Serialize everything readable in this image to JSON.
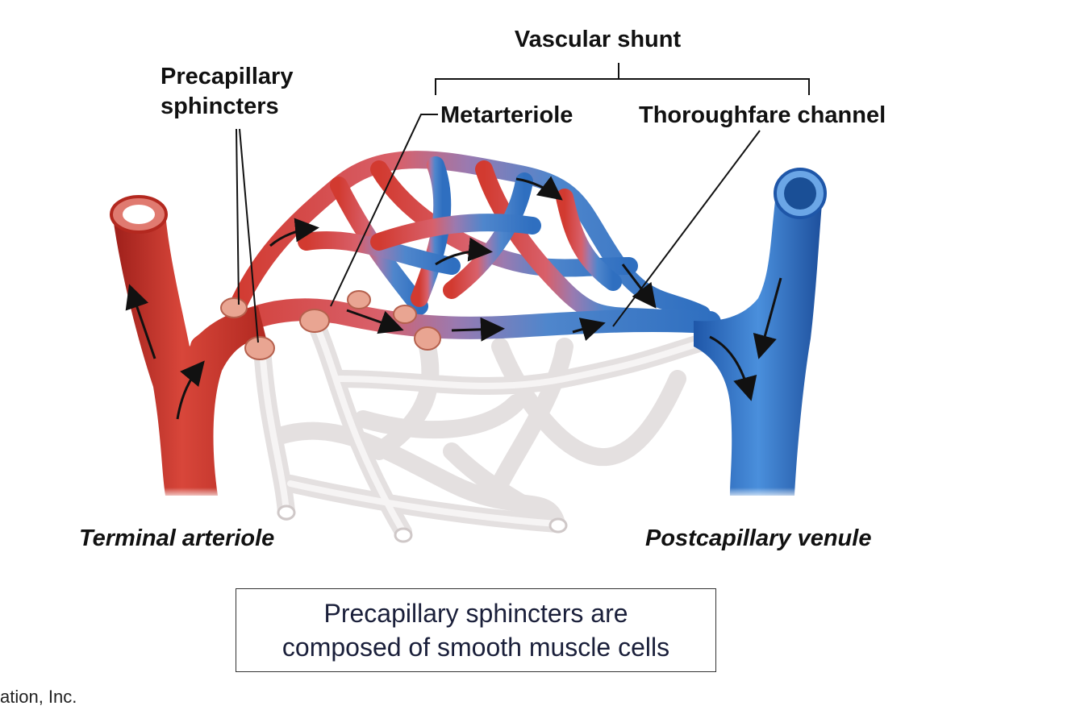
{
  "labels": {
    "vascular_shunt": "Vascular shunt",
    "precapillary_line1": "Precapillary",
    "precapillary_line2": "sphincters",
    "metarteriole": "Metarteriole",
    "thoroughfare": "Thoroughfare channel",
    "terminal_arteriole": "Terminal arteriole",
    "postcapillary_venule": "Postcapillary venule"
  },
  "caption": {
    "line1": "Precapillary sphincters are",
    "line2": "composed of smooth muscle cells"
  },
  "credit": "ation, Inc.",
  "colors": {
    "artery": "#c8322b",
    "vein": "#2f6fc0",
    "mixed": "#8a6fa8",
    "closed_capillary": "#e4e0e0",
    "sphincter": "#e9a592"
  }
}
